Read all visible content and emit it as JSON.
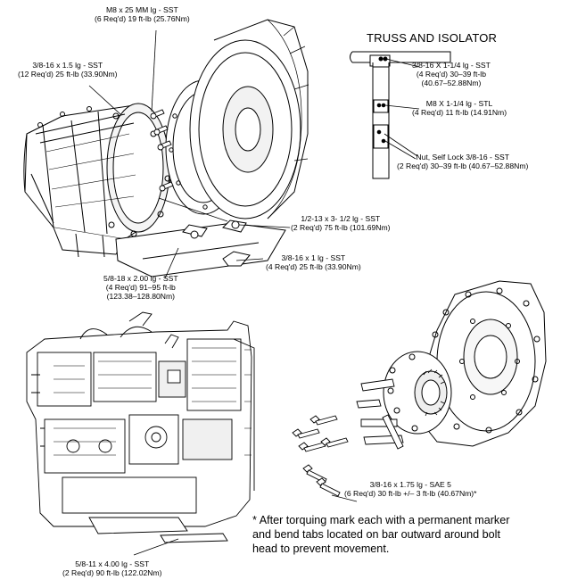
{
  "truss_title": "TRUSS AND ISOLATOR",
  "labels": {
    "m8_25": {
      "line1": "M8 x 25 MM lg - SST",
      "line2": "(6 Req'd) 19 ft-lb (25.76Nm)"
    },
    "b38_15": {
      "line1": "3/8-16 x 1.5 lg - SST",
      "line2": "(12 Req'd) 25 ft-lb (33.90Nm)"
    },
    "truss_a": {
      "line1": "3/8-16 X 1-1/4 lg - SST",
      "line2": "(4 Req'd) 30–39 ft-lb",
      "line3": "(40.67–52.88Nm)"
    },
    "truss_b": {
      "line1": "M8 X 1-1/4 lg - STL",
      "line2": "(4 Req'd) 11 ft-lb (14.91Nm)"
    },
    "truss_c": {
      "line1": "Nut, Self Lock 3/8-16 - SST",
      "line2": "(2 Req'd) 30–39 ft-lb (40.67–52.88Nm)"
    },
    "b12_13": {
      "line1": "1/2-13 x 3- 1/2 lg - SST",
      "line2": "(2 Req'd) 75 ft-lb (101.69Nm)"
    },
    "b38_1": {
      "line1": "3/8-16 x 1 lg - SST",
      "line2": "(4 Req'd) 25 ft-lb (33.90Nm)"
    },
    "b58_18": {
      "line1": "5/8-18 x 2.00 lg - SST",
      "line2": "(4 Req'd) 91–95 ft-lb",
      "line3": "(123.38–128.80Nm)"
    },
    "b38_175": {
      "line1": "3/8-16 x 1.75 lg - SAE 5",
      "line2": "(6 Req'd) 30 ft-lb +/– 3 ft-lb (40.67Nm)*"
    },
    "b58_11": {
      "line1": "5/8-11 x 4.00 lg - SST",
      "line2": "(2 Req'd) 90 ft-lb (122.02Nm)"
    }
  },
  "footnote": {
    "line1": "* After torquing mark each with a permanent marker",
    "line2": "and bend tabs located on bar outward around bolt",
    "line3": "head to prevent movement."
  }
}
